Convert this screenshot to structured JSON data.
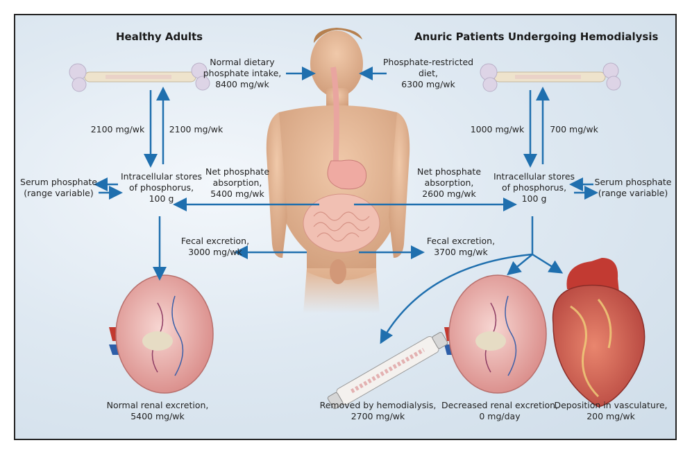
{
  "headers": {
    "left": "Healthy Adults",
    "right": "Anuric Patients Undergoing Hemodialysis"
  },
  "healthy": {
    "bone_to_stores": "2100 mg/wk",
    "stores_to_bone": "2100 mg/wk",
    "serum": "Serum phosphate\n(range variable)",
    "stores": "Intracellular stores\nof phosphorus,\n100 g",
    "absorption": "Net phosphate\nabsorption,\n5400 mg/wk",
    "fecal": "Fecal excretion,\n3000 mg/wk",
    "renal": "Normal renal excretion,\n5400 mg/wk",
    "intake": "Normal dietary\nphosphate intake,\n8400 mg/wk"
  },
  "dialysis": {
    "intake": "Phosphate-restricted\ndiet,\n6300 mg/wk",
    "bone_to_stores": "1000 mg/wk",
    "stores_to_bone": "700 mg/wk",
    "absorption": "Net phosphate\nabsorption,\n2600 mg/wk",
    "stores": "Intracellular stores\nof phosphorus,\n100 g",
    "serum": "Serum phosphate\n(range variable)",
    "fecal": "Fecal excretion,\n3700 mg/wk",
    "hemodialysis": "Removed by hemodialysis,\n2700 mg/wk",
    "renal": "Decreased renal excretion,\n0 mg/day",
    "vasculature": "Deposition in vasculature,\n200 mg/wk"
  },
  "colors": {
    "arrow": "#1f6fae",
    "skin": "#e6b896",
    "bone": "#ede2cc",
    "kidney": "#e8a2a0",
    "heart": "#c8504a"
  }
}
